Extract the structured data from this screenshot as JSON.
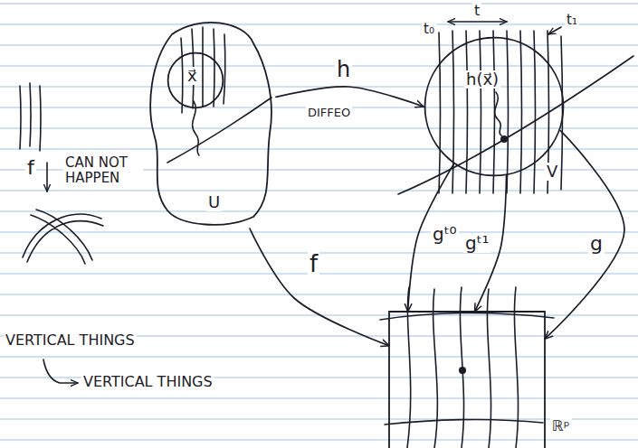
{
  "diagram": {
    "nodes": [
      {
        "text": [
          "U"
        ]
      },
      {
        "text": [
          "x⃗"
        ],
        "in": 0
      },
      {
        "text": [
          "h(x⃗)",
          "V"
        ]
      },
      {
        "text": [
          "ℝᵖ"
        ]
      }
    ],
    "edges": [
      {
        "from": 0,
        "to": 2,
        "label": "h",
        "arrow": "to"
      },
      {
        "from": 0,
        "to": 3,
        "label": "f",
        "arrow": "to"
      },
      {
        "from": 2,
        "to": 3,
        "label": "gᵗ⁰",
        "arrow": "to"
      },
      {
        "from": 2,
        "to": 3,
        "label": "gᵗ¹",
        "arrow": "to"
      },
      {
        "from": 2,
        "to": 3,
        "label": "g",
        "arrow": "to"
      }
    ],
    "labels": [
      "DIFFEO",
      "t",
      "t₀",
      "t₁",
      "f",
      "CAN NOT HAPPEN",
      "VERTICAL THINGS",
      "VERTICAL THINGS"
    ]
  }
}
